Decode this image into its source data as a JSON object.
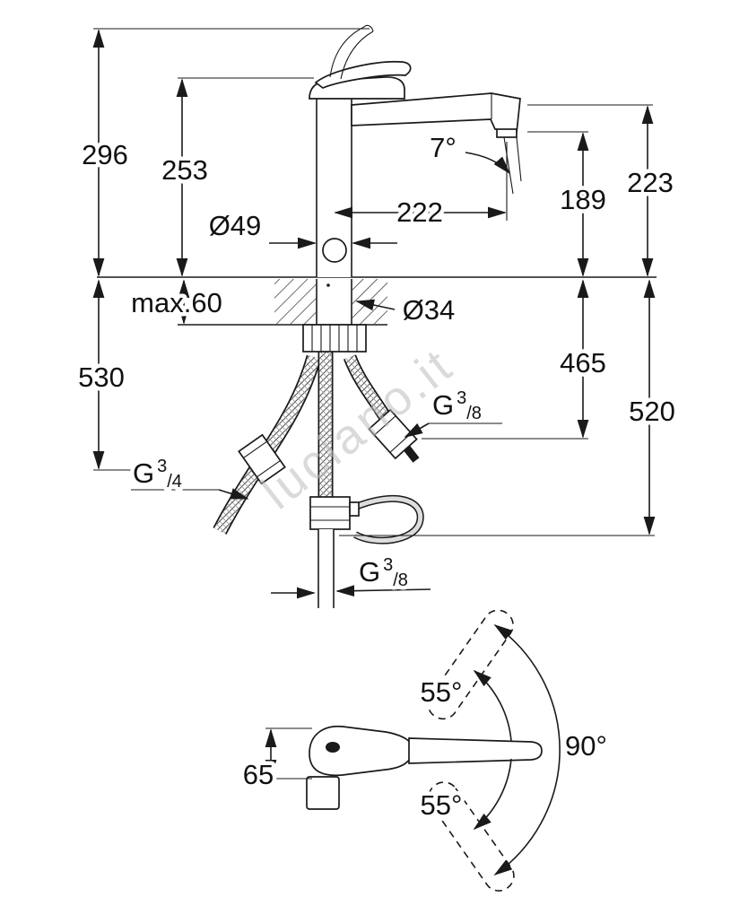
{
  "watermark": {
    "text": "luciano.it"
  },
  "colors": {
    "line": "#1a1a1a",
    "watermark": "#bdbdbd",
    "background": "#ffffff"
  },
  "main_view": {
    "dim_total_height": "296",
    "dim_body_height": "253",
    "dim_spout_reach": "222",
    "dim_spout_angle": "7°",
    "dim_outlet_height": "189",
    "dim_spout_height": "223",
    "dim_body_diameter": "Ø49",
    "dim_max_counter": "max.60",
    "dim_hole_diameter": "Ø34",
    "dim_below_left": "530",
    "dim_below_right_inner": "465",
    "dim_below_right_outer": "520",
    "thread_left": {
      "prefix": "G",
      "sup": "3",
      "sub": "/4"
    },
    "thread_right": {
      "prefix": "G",
      "sup": "3",
      "sub": "/8"
    },
    "thread_bottom": {
      "prefix": "G",
      "sup": "3",
      "sub": "/8"
    }
  },
  "top_view": {
    "dim_handle_width": "65",
    "dim_swivel_upper": "55°",
    "dim_swivel_total": "90°",
    "dim_swivel_lower": "55°"
  }
}
